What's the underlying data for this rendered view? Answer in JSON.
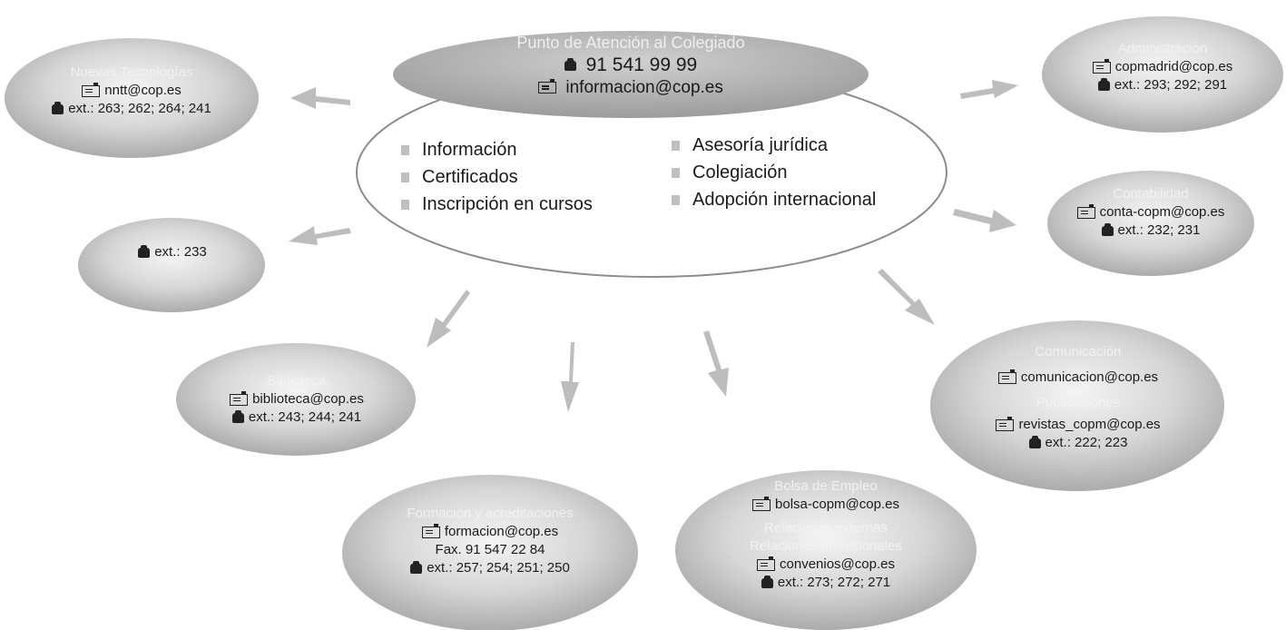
{
  "center": {
    "title": "Punto de Atención al Colegiado",
    "phone": "91 541 99 99",
    "email": "informacion@cop.es",
    "services_left": [
      "Información",
      "Certificados",
      "Inscripción en cursos"
    ],
    "services_right": [
      "Asesoría jurídica",
      "Colegiación",
      "Adopción internacional"
    ]
  },
  "nntt": {
    "title": "Nuevas Tecnologías",
    "email": "nntt@cop.es",
    "ext": "ext.: 263; 262; 264; 241"
  },
  "admin": {
    "title": "Administración",
    "email": "copmadrid@cop.es",
    "ext": "ext.: 293; 292; 291"
  },
  "conta": {
    "title": "Contabilidad",
    "email": "conta-copm@cop.es",
    "ext": "ext.: 232; 231"
  },
  "small": {
    "title": "",
    "ext": "ext.: 233"
  },
  "bib": {
    "title": "Biblioteca",
    "email": "biblioteca@cop.es",
    "ext": "ext.: 243; 244; 241"
  },
  "form": {
    "title": "Formación y acreditaciones",
    "email": "formacion@cop.es",
    "fax": "Fax. 91 547 22 84",
    "ext": "ext.: 257; 254; 251; 250"
  },
  "bolsa": {
    "title": "Bolsa de Empleo",
    "email": "bolsa-copm@cop.es",
    "title2": "Relaciones externas",
    "title3": "Relaciones profesionales",
    "email2": "convenios@cop.es",
    "ext": "ext.: 273; 272; 271"
  },
  "com": {
    "title": "Comunicación",
    "email": "comunicacion@cop.es",
    "title2": "Publicaciones",
    "email2": "revistas_copm@cop.es",
    "ext": "ext.: 222; 223"
  },
  "colors": {
    "ellipse_light": "#f2f2f2",
    "ellipse_dark": "#a9a9a9",
    "arrow": "#bdbdbd"
  }
}
